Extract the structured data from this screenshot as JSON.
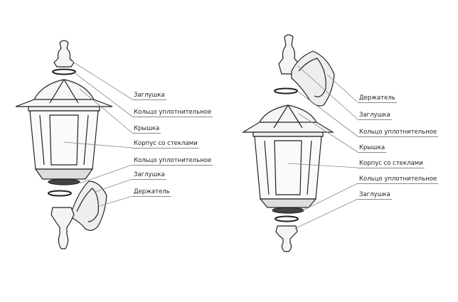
{
  "left_lamp": {
    "labels": [
      "Заглушка",
      "Кольцо уплотнительное",
      "Крышка",
      "Корпус со стеклами",
      "Кольцо уплотнительное",
      "Заглушка",
      "Держатель"
    ]
  },
  "right_lamp": {
    "labels": [
      "Держатель",
      "Заглушка",
      "Кольцо уплотнительное",
      "Крышка",
      "Корпус со стеклами",
      "Кольцо уплотнительное",
      "Заглушка"
    ]
  }
}
